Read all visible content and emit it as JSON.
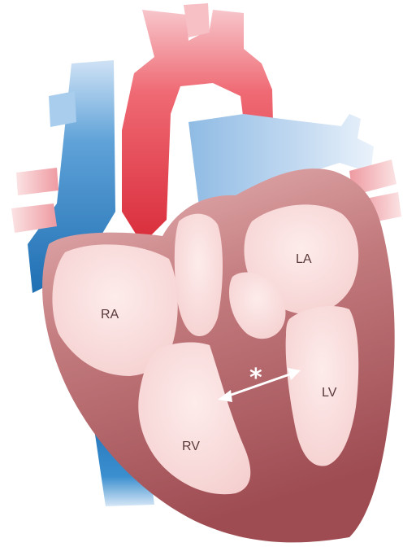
{
  "labels": {
    "ra": "RA",
    "la": "LA",
    "rv": "RV",
    "lv": "LV",
    "marker": "*"
  },
  "colors": {
    "heart_muscle": "#b8666a",
    "chamber_fill": "#f9dedd",
    "aorta_red": "#e23f4a",
    "vein_blue": "#2f7fc2",
    "pulmonary_light_blue": "#c7dcf2",
    "pulmonary_pink": "#f2b4b8",
    "arrow": "#ffffff"
  }
}
